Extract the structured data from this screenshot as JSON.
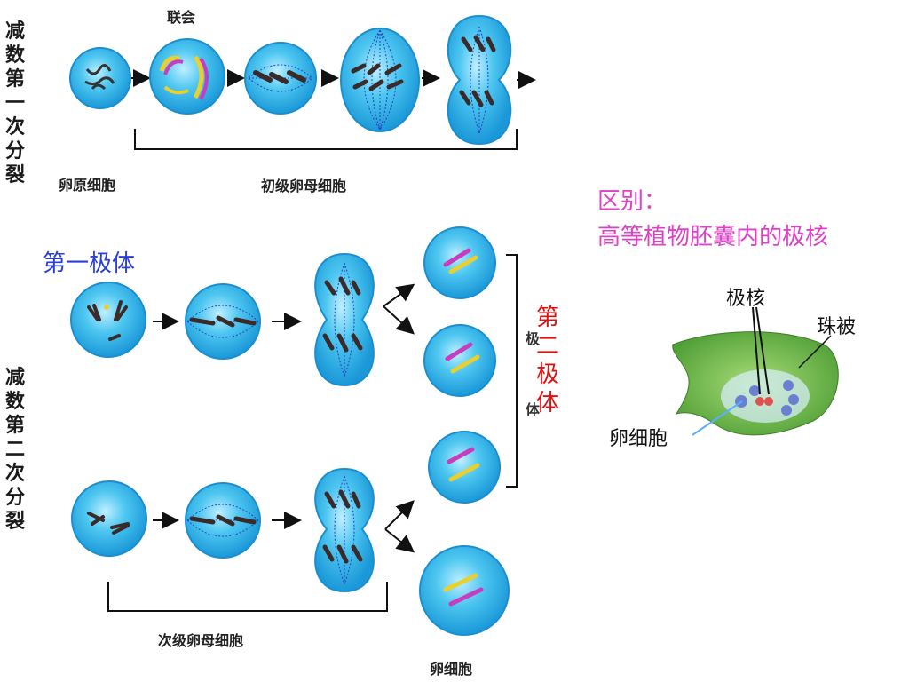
{
  "labels": {
    "meiosis1": "减数第一次分裂",
    "meiosis2": "减数第二次分裂",
    "synapsis": "联会",
    "oogonium": "卵原细胞",
    "primary_oocyte": "初级卵母细胞",
    "secondary_oocyte": "次级卵母细胞",
    "first_polar_body": "第一极体",
    "second_polar_body": "第二极体",
    "second_polar_body_partial": "极体",
    "egg_cell": "卵细胞"
  },
  "note": {
    "line1": "区别：",
    "line2": "高等植物胚囊内的极核"
  },
  "embryo_sac": {
    "polar_nuclei": "极核",
    "integument": "珠被",
    "egg_cell": "卵细胞"
  },
  "colors": {
    "cell_fill": "#2ab6e8",
    "cell_rim": "#5fd0f3",
    "spindle": "#2b3fbf",
    "note_text": "#e040c8",
    "polar_label": "#2a3fd8",
    "second_polar": "#e01010",
    "chromosome_a": "#c83cc0",
    "chromosome_b": "#e8d030"
  }
}
